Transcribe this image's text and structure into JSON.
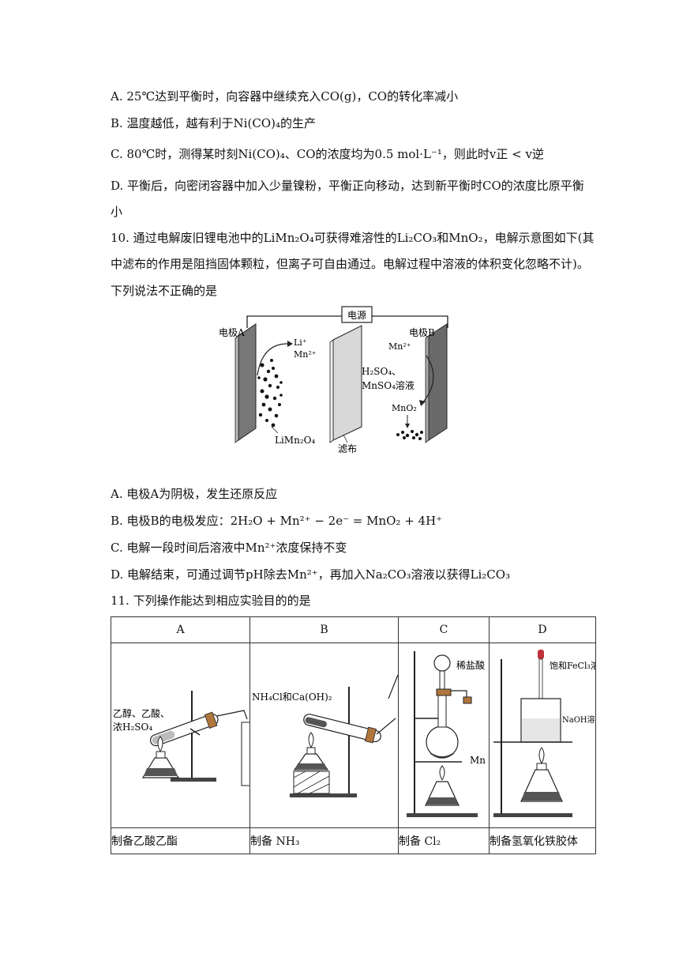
{
  "q9_options": [
    {
      "key": "A",
      "text": "A. 25℃达到平衡时，向容器中继续充入CO(g)，CO的转化率减小"
    },
    {
      "key": "B",
      "text": "B.  温度越低，越有利于Ni(CO)₄的生产"
    },
    {
      "key": "C",
      "text": "C. 80℃时，测得某时刻Ni(CO)₄、CO的浓度均为0.5 mol·L⁻¹，则此时v正 < v逆"
    },
    {
      "key": "D1",
      "text": "D.  平衡后，向密闭容器中加入少量镍粉，平衡正向移动，达到新平衡时CO的浓度比原平衡"
    },
    {
      "key": "D2",
      "text": "小"
    }
  ],
  "q10": {
    "stem": [
      "10. 通过电解废旧锂电池中的LiMn₂O₄可获得难溶性的Li₂CO₃和MnO₂，电解示意图如下(其",
      "中滤布的作用是阻挡固体颗粒，但离子可自由通过。电解过程中溶液的体积变化忽略不计)。",
      "下列说法不正确的是"
    ],
    "figure": {
      "power": "电源",
      "electrode_a": "电极A",
      "electrode_b": "电极B",
      "li_ion": "Li⁺",
      "mn_ion_left": "Mn²⁺",
      "mn_ion_right": "Mn²⁺",
      "solution_1": "H₂SO₄、",
      "solution_2": "MnSO₄溶液",
      "limno": "LiMn₂O₄",
      "mno2": "MnO₂",
      "filter": "滤布"
    },
    "options": [
      "A.  电极A为阴极，发生还原反应",
      "B.  电极B的电极发应：2H₂O + Mn²⁺ − 2e⁻ = MnO₂ + 4H⁺",
      "C.  电解一段时间后溶液中Mn²⁺浓度保持不变",
      "D.  电解结束，可通过调节pH除去Mn²⁺，再加入Na₂CO₃溶液以获得Li₂CO₃"
    ]
  },
  "q11": {
    "stem": "11. 下列操作能达到相应实验目的的是",
    "headers": [
      "A",
      "B",
      "C",
      "D"
    ],
    "captions": [
      "制备乙酸乙酯",
      "制备 NH₃",
      "制备 Cl₂",
      "制备氢氧化铁胶体"
    ],
    "labels": {
      "a_reagent_1": "乙醇、乙酸、",
      "a_reagent_2": "浓H₂SO₄",
      "b_reagent": "NH₄Cl和Ca(OH)₂",
      "c_acid": "稀盐酸",
      "c_solid": "Mn",
      "d_fecl3": "饱和FeCl₃溶",
      "d_naoh": "NaOH溶"
    }
  }
}
